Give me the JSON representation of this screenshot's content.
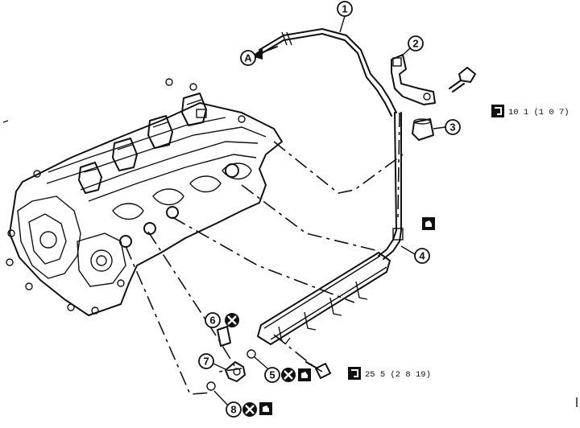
{
  "callouts": [
    {
      "id": "1",
      "label": "1"
    },
    {
      "id": "2",
      "label": "2"
    },
    {
      "id": "3",
      "label": "3"
    },
    {
      "id": "4",
      "label": "4"
    },
    {
      "id": "5",
      "label": "5"
    },
    {
      "id": "6",
      "label": "6"
    },
    {
      "id": "7",
      "label": "7"
    },
    {
      "id": "8",
      "label": "8"
    }
  ],
  "direction_marker": "A",
  "torque_specs": {
    "bracket_bolt": "10 1 (1 0 7)",
    "rail_bolt": "25 5 (2 8 19)"
  },
  "symbols": {
    "torque_wrench": "torque-wrench-icon",
    "do_not_reuse": "replace-part-x-icon",
    "apply_oil": "apply-oil-icon"
  }
}
